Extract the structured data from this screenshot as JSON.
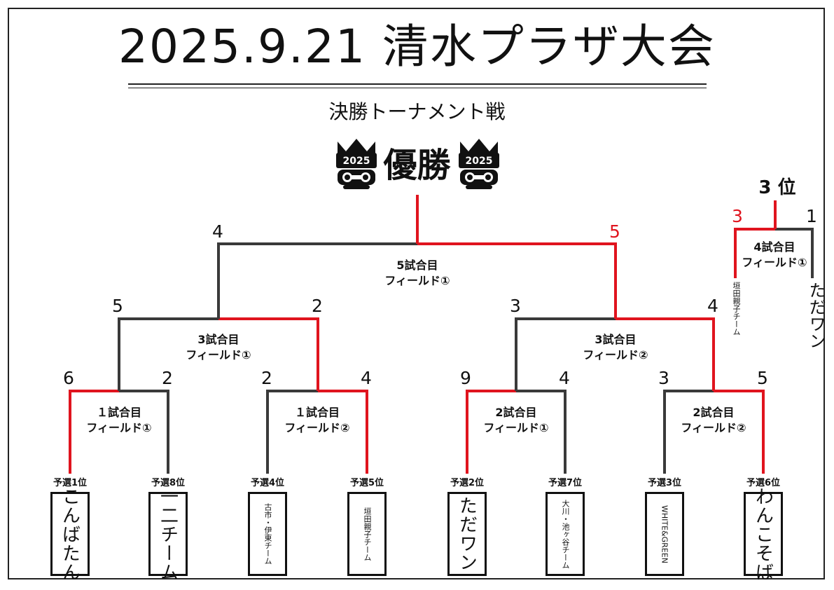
{
  "header": {
    "title": "2025.9.21 清水プラザ大会",
    "subtitle": "決勝トーナメント戦",
    "champion_label": "優勝",
    "crown_badge_text": "2025"
  },
  "matches": {
    "m1a": {
      "title": "１試合目",
      "field": "フィールド①",
      "left_score": "6",
      "right_score": "2",
      "winner": "left"
    },
    "m1b": {
      "title": "１試合目",
      "field": "フィールド②",
      "left_score": "2",
      "right_score": "4",
      "winner": "right"
    },
    "m2a": {
      "title": "2試合目",
      "field": "フィールド①",
      "left_score": "9",
      "right_score": "4",
      "winner": "left"
    },
    "m2b": {
      "title": "2試合目",
      "field": "フィールド②",
      "left_score": "3",
      "right_score": "5",
      "winner": "right"
    },
    "m3a": {
      "title": "3試合目",
      "field": "フィールド①",
      "left_score": "5",
      "right_score": "2",
      "winner": "right"
    },
    "m3b": {
      "title": "3試合目",
      "field": "フィールド②",
      "left_score": "3",
      "right_score": "4",
      "winner": "right"
    },
    "final": {
      "title": "5試合目",
      "field": "フィールド①",
      "left_score": "4",
      "right_score": "5",
      "winner": "right"
    },
    "third": {
      "title": "4試合目",
      "field": "フィールド①",
      "left_score": "3",
      "right_score": "1",
      "winner": "left"
    }
  },
  "third_place": {
    "label": "3 位",
    "left_team": "垣田親子チーム",
    "right_team": "ただワン"
  },
  "teams": [
    {
      "seed": "予選1位",
      "name": "こんばたん",
      "size": "big"
    },
    {
      "seed": "予選8位",
      "name": "一二チーム",
      "size": "big"
    },
    {
      "seed": "予選4位",
      "name": "古市・伊東チーム",
      "size": "small"
    },
    {
      "seed": "予選5位",
      "name": "垣田親子チーム",
      "size": "small"
    },
    {
      "seed": "予選2位",
      "name": "ただワン",
      "size": "big"
    },
    {
      "seed": "予選7位",
      "name": "大川・池ヶ谷チーム",
      "size": "small"
    },
    {
      "seed": "予選3位",
      "name": "WHITE&GREEN",
      "size": "small"
    },
    {
      "seed": "予選6位",
      "name": "わんこそば",
      "size": "big"
    }
  ],
  "colors": {
    "winner_line": "#e0141e",
    "loser_line": "#3a3a3a",
    "text": "#111111"
  }
}
